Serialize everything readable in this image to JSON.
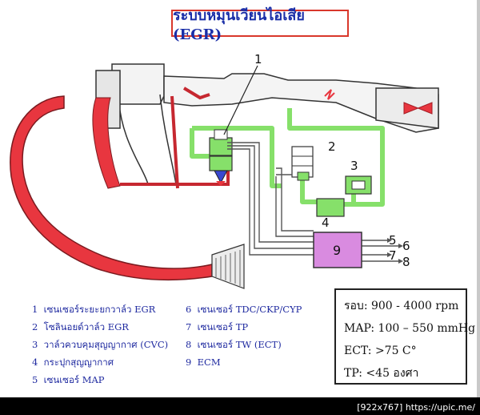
{
  "title": "ระบบหมุนเวียนไอเสีย (EGR)",
  "diagram_labels": {
    "n1": "1",
    "n2": "2",
    "n3": "3",
    "n4": "4",
    "box9": "9",
    "s5": "5",
    "s6": "6",
    "s7": "7",
    "s8": "8"
  },
  "legend": [
    {
      "num": "1",
      "text": "เซนเซอร์ระยะยกวาล์ว EGR"
    },
    {
      "num": "2",
      "text": "โซลินอยด์วาล์ว EGR"
    },
    {
      "num": "3",
      "text": "วาล์วควบคุมสุญญากาศ (CVC)"
    },
    {
      "num": "4",
      "text": "กระปุกสุญญากาศ"
    },
    {
      "num": "5",
      "text": "เซนเซอร์ MAP"
    },
    {
      "num": "6",
      "text": "เซนเซอร์ TDC/CKP/CYP"
    },
    {
      "num": "7",
      "text": "เซนเซอร์ TP"
    },
    {
      "num": "8",
      "text": "เซนเซอร์ TW (ECT)"
    },
    {
      "num": "9",
      "text": "ECM"
    }
  ],
  "params": {
    "rpm": "รอบ:  900 - 4000  rpm",
    "map": "MAP: 100 – 550 mmHg",
    "ect": "ECT: >75  C°",
    "tp": "TP: <45  องศา"
  },
  "watermark": "[922x767] https://upic.me/",
  "colors": {
    "exhaust_red": "#e8363f",
    "vacuum_green": "#86e06a",
    "ecm_purple": "#d98be0",
    "title_blue": "#1a2ea8",
    "title_border": "#d9372b"
  }
}
